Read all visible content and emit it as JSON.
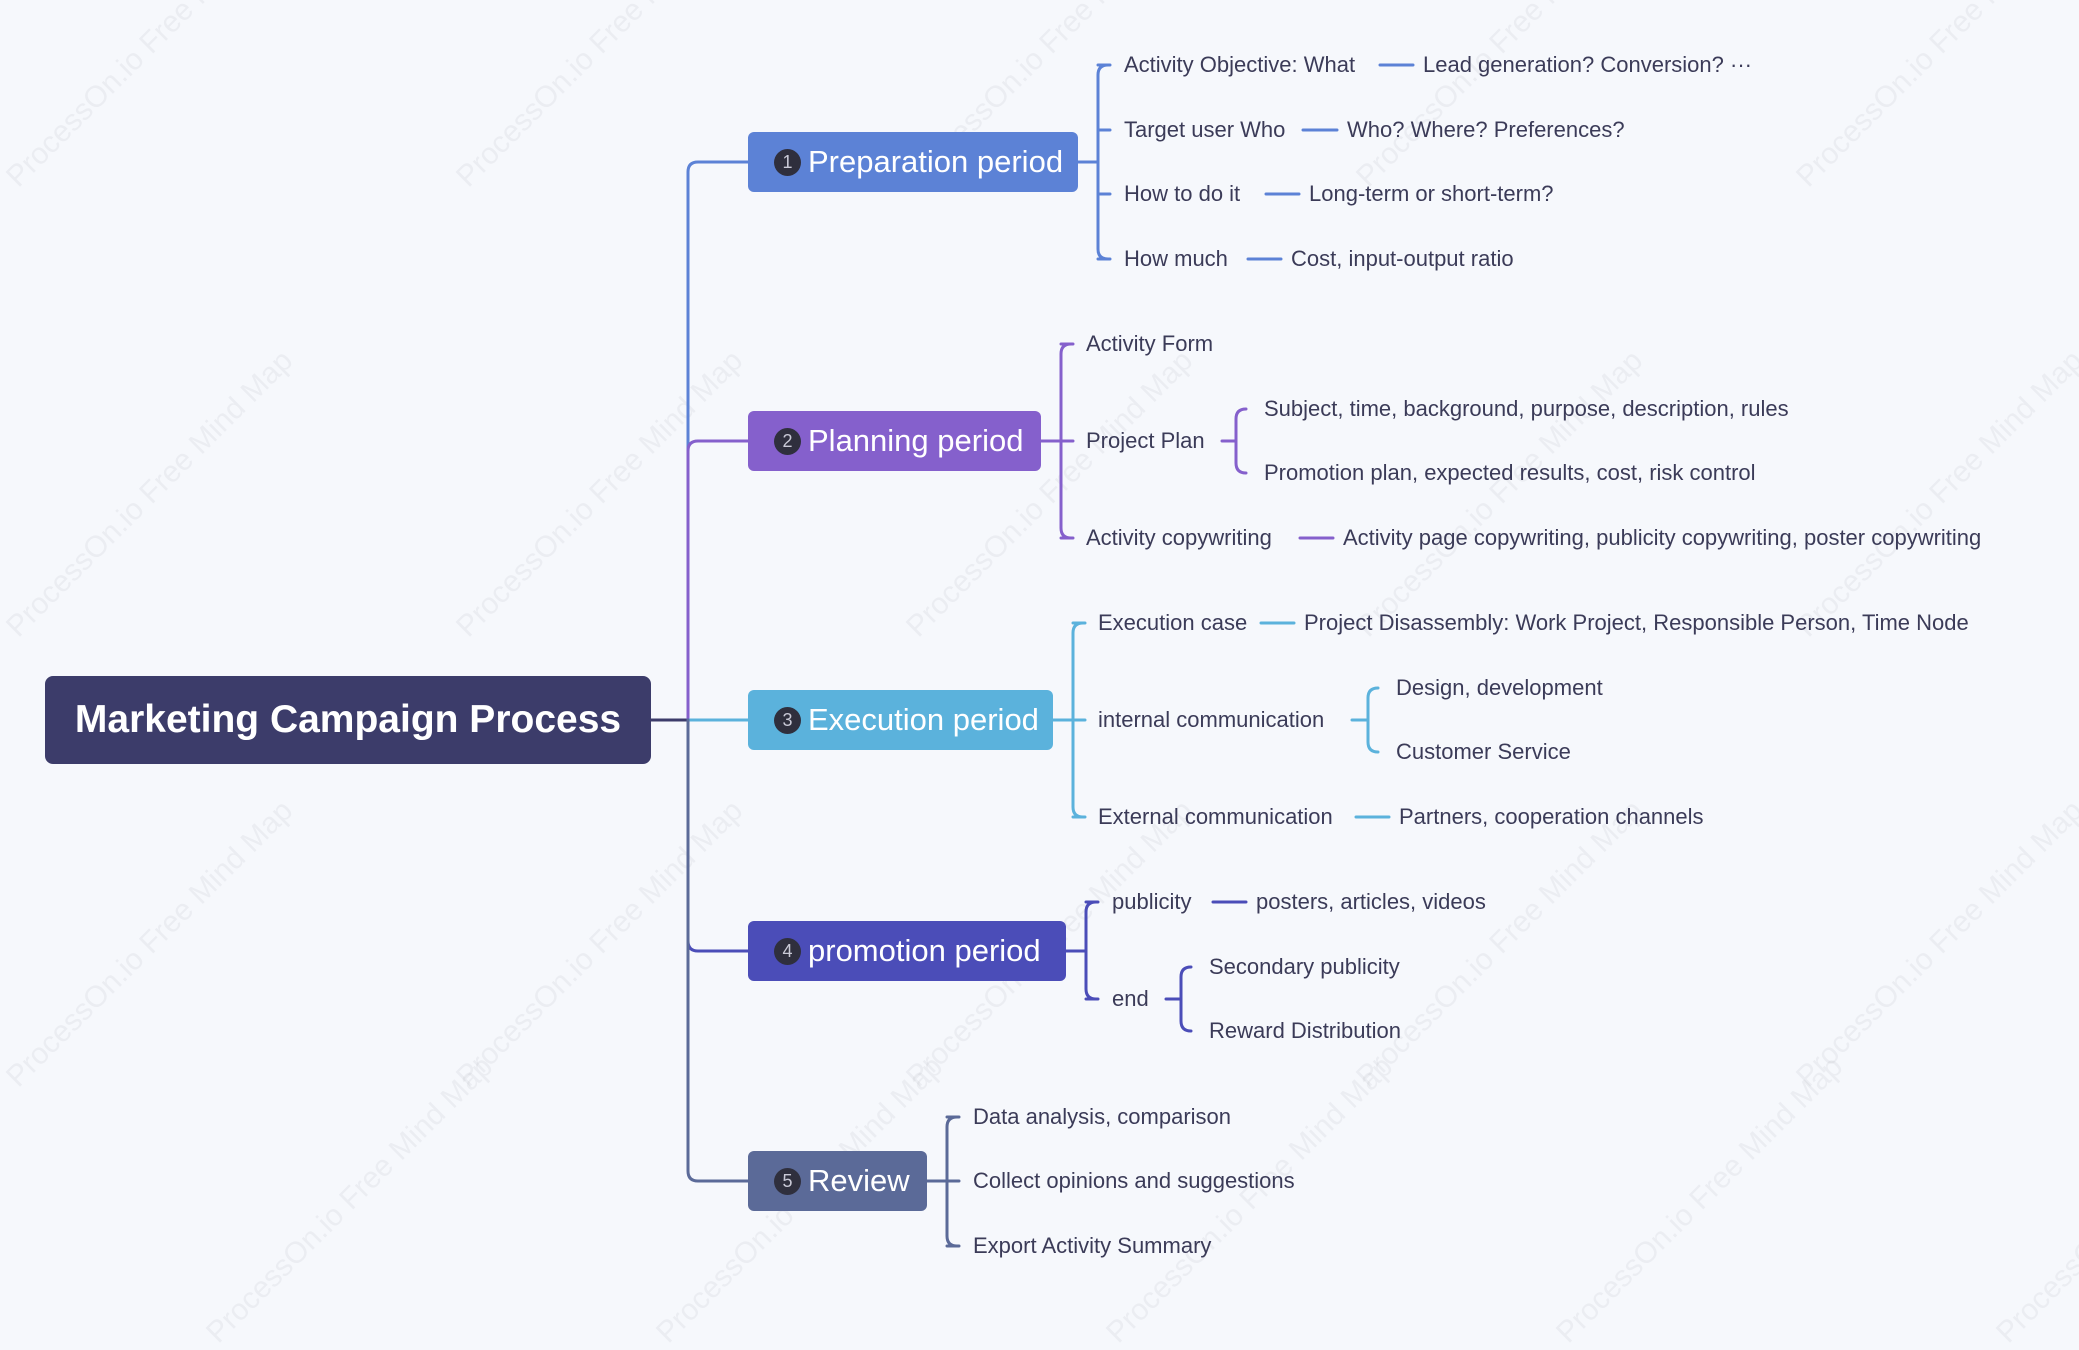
{
  "watermark": "ProcessOn.io Free Mind Map",
  "root": {
    "label": "Marketing Campaign Process",
    "color": "#3c3c6a"
  },
  "branches": [
    {
      "key": "preparation",
      "number": "1",
      "label": "Preparation period",
      "color": "#5c82d6",
      "items": [
        {
          "label": "Activity Objective: What",
          "note": "Lead generation? Conversion? ···"
        },
        {
          "label": "Target user Who",
          "note": "Who? Where? Preferences?"
        },
        {
          "label": "How to do it",
          "note": "Long-term or short-term?"
        },
        {
          "label": "How much",
          "note": "Cost, input-output ratio"
        }
      ]
    },
    {
      "key": "planning",
      "number": "2",
      "label": "Planning period",
      "color": "#8560cc",
      "items": [
        {
          "label": "Activity Form"
        },
        {
          "label": "Project Plan",
          "children": [
            "Subject, time, background, purpose, description, rules",
            "Promotion plan, expected results, cost, risk control"
          ]
        },
        {
          "label": "Activity copywriting",
          "note": "Activity page copywriting, publicity copywriting, poster copywriting"
        }
      ]
    },
    {
      "key": "execution",
      "number": "3",
      "label": "Execution period",
      "color": "#5bb2dc",
      "items": [
        {
          "label": "Execution case",
          "note": "Project Disassembly: Work Project, Responsible Person, Time Node"
        },
        {
          "label": "internal communication",
          "children": [
            "Design, development",
            "Customer Service"
          ]
        },
        {
          "label": "External communication",
          "note": "Partners, cooperation channels"
        }
      ]
    },
    {
      "key": "promotion",
      "number": "4",
      "label": "promotion period",
      "color": "#4b4db8",
      "items": [
        {
          "label": "publicity",
          "note": "posters, articles, videos"
        },
        {
          "label": "end",
          "children": [
            "Secondary publicity",
            "Reward Distribution"
          ]
        }
      ]
    },
    {
      "key": "review",
      "number": "5",
      "label": "Review",
      "color": "#5b6a98",
      "items": [
        {
          "label": "Data analysis, comparison"
        },
        {
          "label": "Collect opinions and suggestions"
        },
        {
          "label": "Export Activity Summary"
        }
      ]
    }
  ]
}
